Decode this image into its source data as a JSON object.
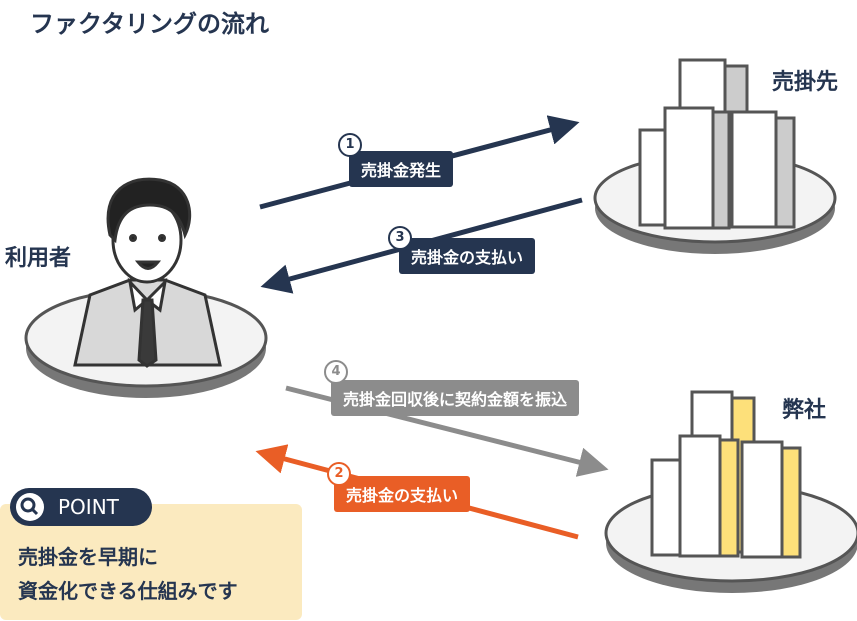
{
  "title": "ファクタリングの流れ",
  "entities": {
    "user": "利用者",
    "customer": "売掛先",
    "company": "弊社"
  },
  "steps": [
    {
      "num": "1",
      "label": "売掛金発生"
    },
    {
      "num": "2",
      "label": "売掛金の支払い"
    },
    {
      "num": "3",
      "label": "売掛金の支払い"
    },
    {
      "num": "4",
      "label": "売掛金回収後に契約金額を振込"
    }
  ],
  "point": {
    "badge": "POINT",
    "line1": "売掛金を早期に",
    "line2": "資金化できる仕組みです"
  },
  "colors": {
    "navy": "#253550",
    "orange": "#e95e26",
    "gray": "#8c8c8c",
    "yellow": "#fbeabf"
  }
}
